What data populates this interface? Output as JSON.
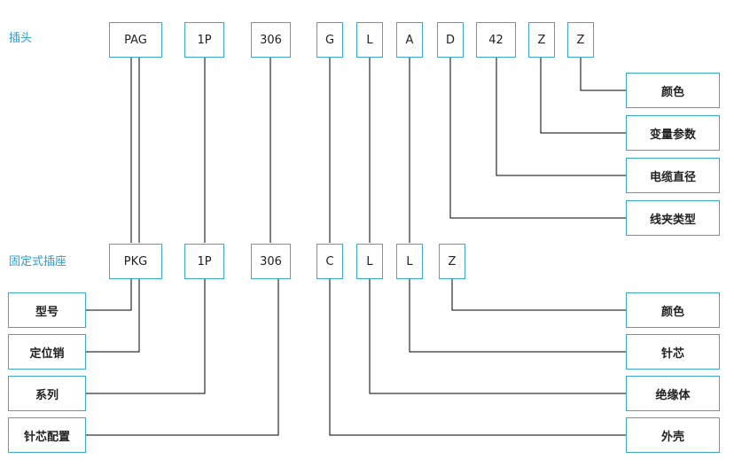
{
  "plug": {
    "label": "插头",
    "codes": [
      "PAG",
      "1P",
      "306",
      "G",
      "L",
      "A",
      "D",
      "42",
      "Z",
      "Z"
    ],
    "tags": [
      "颜色",
      "变量参数",
      "电缆直径",
      "线夹类型"
    ]
  },
  "socket": {
    "label": "固定式插座",
    "codes": [
      "PKG",
      "1P",
      "306",
      "C",
      "L",
      "L",
      "Z"
    ],
    "left_tags": [
      "型号",
      "定位销",
      "系列",
      "针芯配置"
    ],
    "right_tags": [
      "颜色",
      "针芯",
      "绝缘体",
      "外壳"
    ]
  },
  "colors": {
    "accent": "#3da7d8",
    "label": "#2a9fd6",
    "line": "#000000"
  }
}
